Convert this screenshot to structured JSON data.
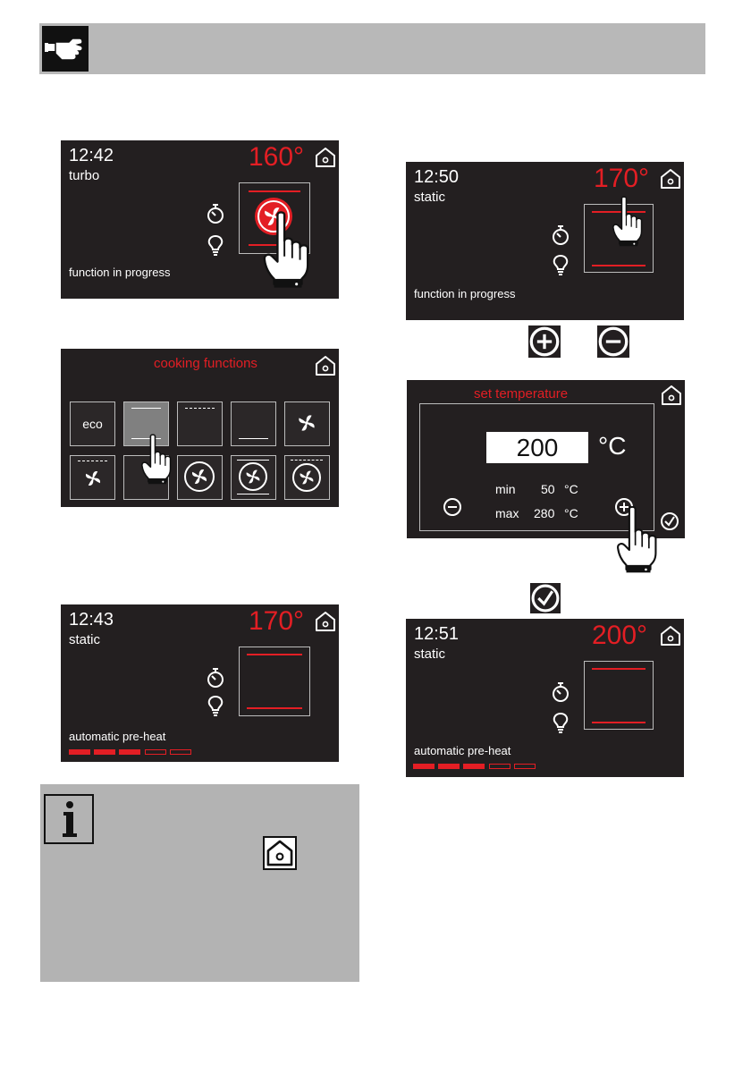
{
  "screen1": {
    "time": "12:42",
    "mode": "turbo",
    "temperature": "160°",
    "status": "function in progress"
  },
  "screen2": {
    "title": "cooking functions",
    "tiles": [
      "eco",
      "",
      "",
      "",
      "",
      "",
      "",
      "",
      "",
      ""
    ]
  },
  "screen3": {
    "time": "12:43",
    "mode": "static",
    "temperature": "170°",
    "status": "automatic pre-heat",
    "progress": {
      "filled": 3,
      "total": 5
    }
  },
  "screen4": {
    "time": "12:50",
    "mode": "static",
    "temperature": "170°",
    "status": "function in progress"
  },
  "screen5": {
    "title": "set temperature",
    "value": "200",
    "unit": "°C",
    "min_label": "min",
    "min_value": "50",
    "max_label": "max",
    "max_value": "280",
    "range_unit": "°C"
  },
  "screen6": {
    "time": "12:51",
    "mode": "static",
    "temperature": "200°",
    "status": "automatic pre-heat",
    "progress": {
      "filled": 3,
      "total": 5
    }
  },
  "colors": {
    "screen_bg": "#231f20",
    "accent_red": "#e31e24",
    "header_gray": "#b8b8b8",
    "info_gray": "#b3b3b3"
  }
}
